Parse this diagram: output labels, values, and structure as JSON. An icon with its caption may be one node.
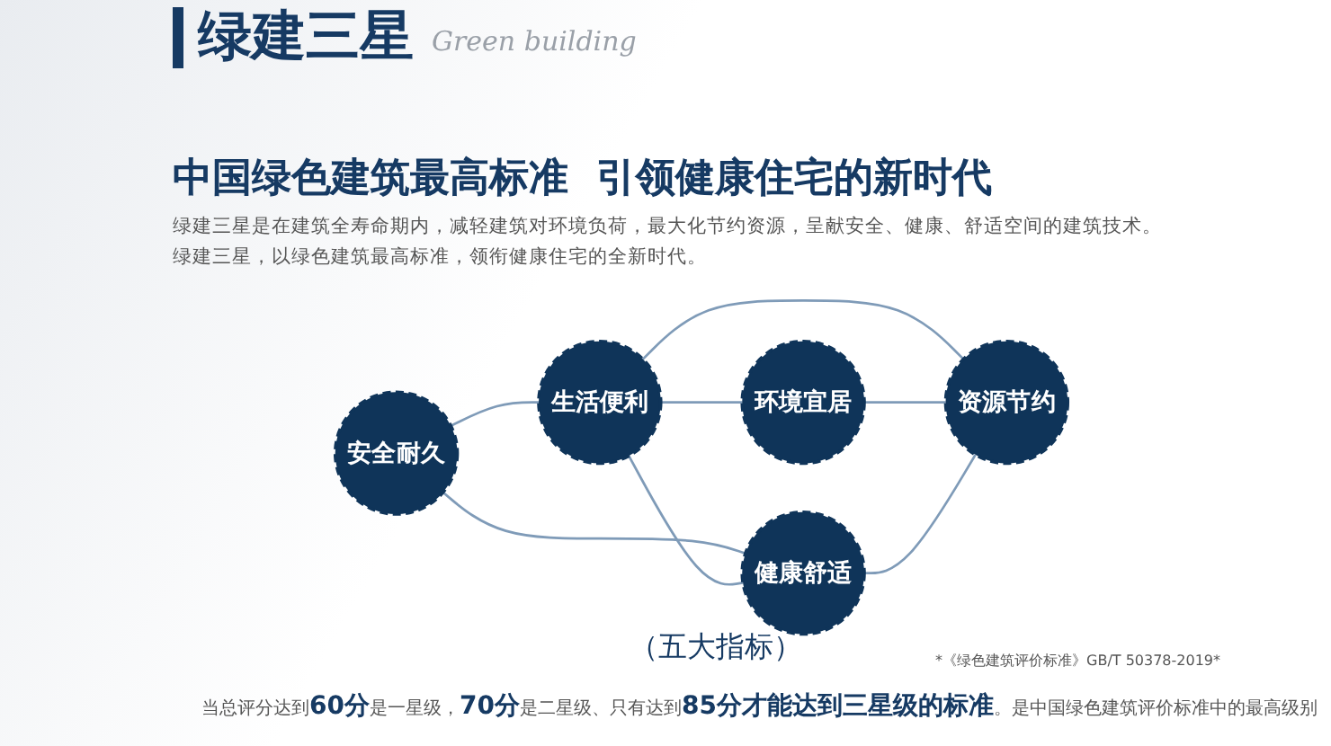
{
  "diagram": {
    "title": "绿建三星",
    "nodes": [
      {
        "text": [
          "安全耐久"
        ]
      },
      {
        "text": [
          "生活便利"
        ]
      },
      {
        "text": [
          "环境宜居"
        ]
      },
      {
        "text": [
          "健康舒适"
        ]
      },
      {
        "text": [
          "资源节约"
        ]
      }
    ],
    "edges": [
      {
        "from": 0,
        "to": 1,
        "arrow": "none"
      },
      {
        "from": 0,
        "to": 3,
        "arrow": "none"
      },
      {
        "from": 1,
        "to": 3,
        "arrow": "none"
      },
      {
        "from": 1,
        "to": 2,
        "arrow": "none"
      },
      {
        "from": 1,
        "to": 4,
        "arrow": "none"
      },
      {
        "from": 2,
        "to": 4,
        "arrow": "none"
      },
      {
        "from": 3,
        "to": 4,
        "arrow": "none"
      }
    ],
    "labels": [
      "Green building",
      "中国绿色建筑最高标准  引领健康住宅的新时代",
      "绿建三星是在建筑全寿命期内，减轻建筑对环境负荷，最大化节约资源，呈献安全、健康、舒适空间的建筑技术。绿建三星，以绿色建筑最高标准，领衔健康住宅的全新时代。",
      "（五大指标）",
      "*《绿色建筑评价标准》GB/T  50378-2019*",
      "当总评分达到**60分**是一星级，**70分**是二星级、只有达到**85分才能达到三星级的标准**。是中国绿色建筑评价标准中的最高级别"
    ]
  }
}
